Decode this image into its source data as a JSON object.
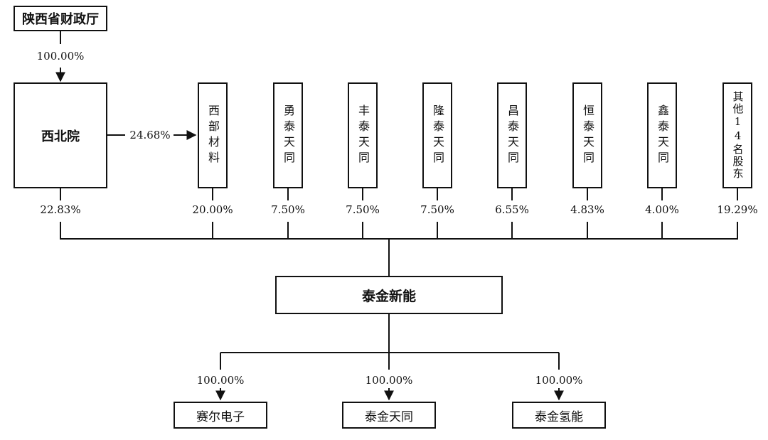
{
  "top": {
    "name": "陕西省财政厅",
    "pct": "100.00%"
  },
  "xbi": {
    "name": "西北院",
    "pct_to_xibu": "24.68%",
    "pct_down": "22.83%"
  },
  "shareholders": [
    {
      "name": "西部材料",
      "pct": "20.00%"
    },
    {
      "name": "勇泰天同",
      "pct": "7.50%"
    },
    {
      "name": "丰泰天同",
      "pct": "7.50%"
    },
    {
      "name": "隆泰天同",
      "pct": "7.50%"
    },
    {
      "name": "昌泰天同",
      "pct": "6.55%"
    },
    {
      "name": "恒泰天同",
      "pct": "4.83%"
    },
    {
      "name": "鑫泰天同",
      "pct": "4.00%"
    },
    {
      "name": "其他14名股东",
      "pct": "19.29%"
    }
  ],
  "center": {
    "name": "泰金新能"
  },
  "subsidiaries": [
    {
      "name": "赛尔电子",
      "pct": "100.00%"
    },
    {
      "name": "泰金天同",
      "pct": "100.00%"
    },
    {
      "name": "泰金氢能",
      "pct": "100.00%"
    }
  ]
}
